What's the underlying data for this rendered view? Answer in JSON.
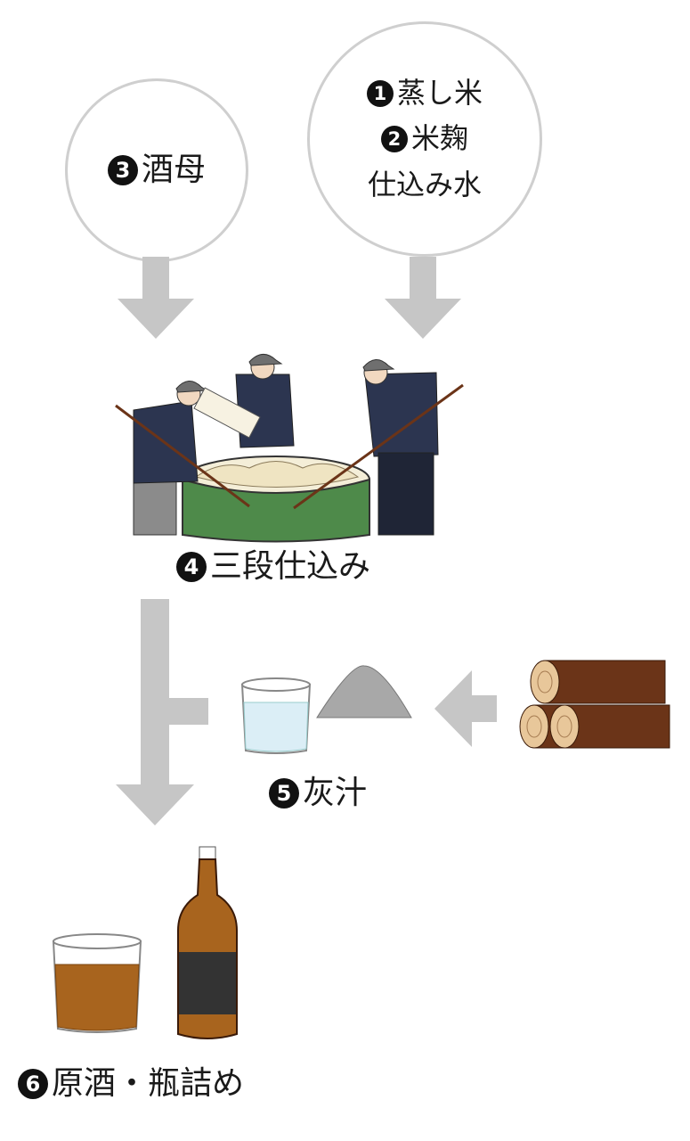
{
  "steps": {
    "step1": {
      "num": "1",
      "text": "蒸し米"
    },
    "step2": {
      "num": "2",
      "text": "米麹"
    },
    "water": {
      "text": "仕込み水"
    },
    "step3": {
      "num": "3",
      "text": "酒母"
    },
    "step4": {
      "num": "4",
      "text": "三段仕込み"
    },
    "step5": {
      "num": "5",
      "text": "灰汁"
    },
    "step6": {
      "num": "6",
      "text": "原酒・瓶詰め"
    }
  },
  "colors": {
    "arrow": "#c6c6c6",
    "circle_border": "#cfcfcf",
    "shirt": "#2c3550",
    "vat": "#4e8a4a",
    "wood": "#6b3418",
    "sake": "#a8641e",
    "ash": "#a8a8a8",
    "water": "#dbeef6"
  },
  "icons": [
    "steamed-rice-circle",
    "shubo-circle",
    "workers-mixing-vat-illustration",
    "water-glass-icon",
    "ash-pile-icon",
    "firewood-logs-icon",
    "sake-glass-icon",
    "sake-bottle-icon"
  ]
}
